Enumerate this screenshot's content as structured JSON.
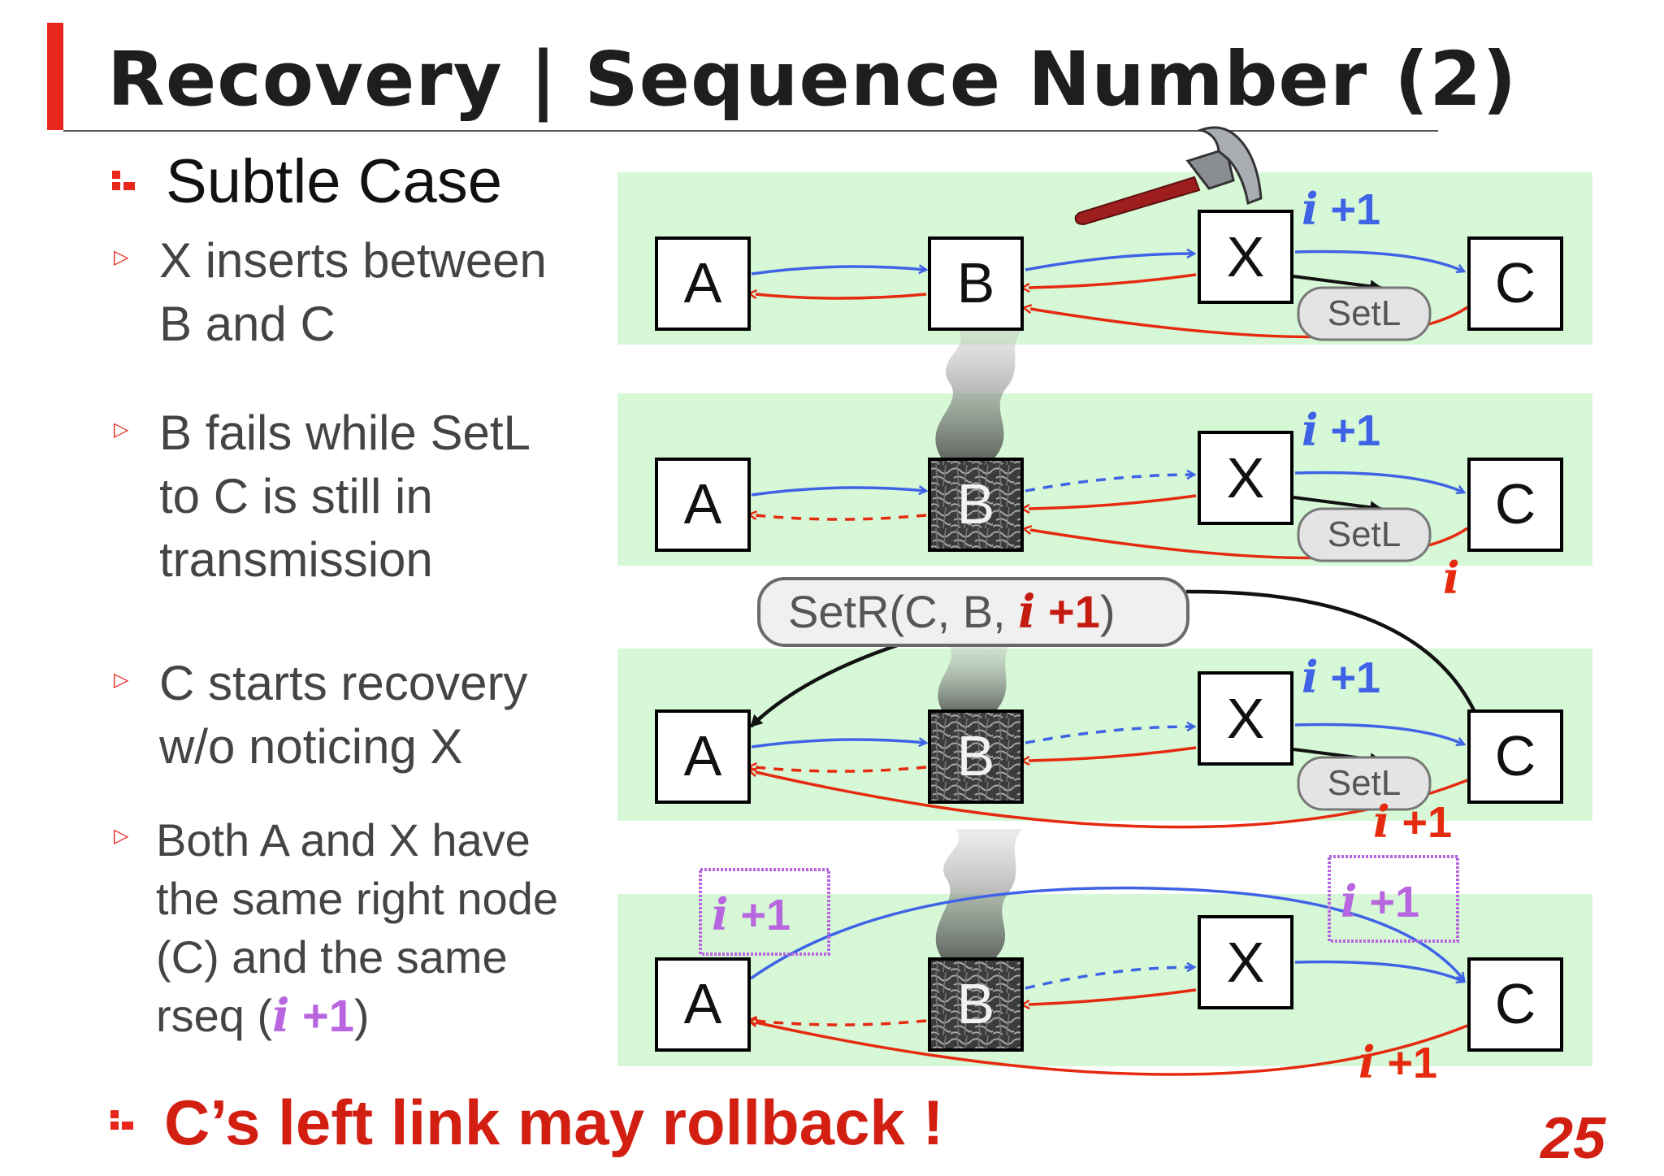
{
  "title": "Recovery | Sequence Number (2)",
  "subhead": "Subtle Case",
  "bullets": [
    {
      "lines": [
        "X inserts between",
        "B and C"
      ]
    },
    {
      "lines": [
        "B fails while SetL",
        "to C is still in",
        "transmission"
      ]
    },
    {
      "lines": [
        "C starts recovery",
        "w/o noticing X"
      ]
    },
    {
      "lines": [
        "Both A and X have",
        "the same right node",
        "(C) and the same"
      ],
      "last_prefix": "rseq (",
      "last_italic": "i",
      "last_plus": " +1",
      "last_suffix": ")"
    }
  ],
  "conclusion": "C’s left link may rollback !",
  "page_number": "25",
  "diagram": {
    "node_labels": {
      "a": "A",
      "b": "B",
      "x": "X",
      "c": "C"
    },
    "setl_label": "SetL",
    "setr": {
      "prefix": "SetR(C, B, ",
      "i": "i",
      "plus": " +1",
      "suffix": ")"
    },
    "seq": {
      "i": "i",
      "plus1": "+1",
      "plus1_spaced": " +1"
    }
  },
  "colors": {
    "accent_red": "#e8261c",
    "link_blue": "#3f63e6",
    "link_red": "#e52a10",
    "purple": "#b766e0",
    "panel_green": "#d6f8d6"
  }
}
